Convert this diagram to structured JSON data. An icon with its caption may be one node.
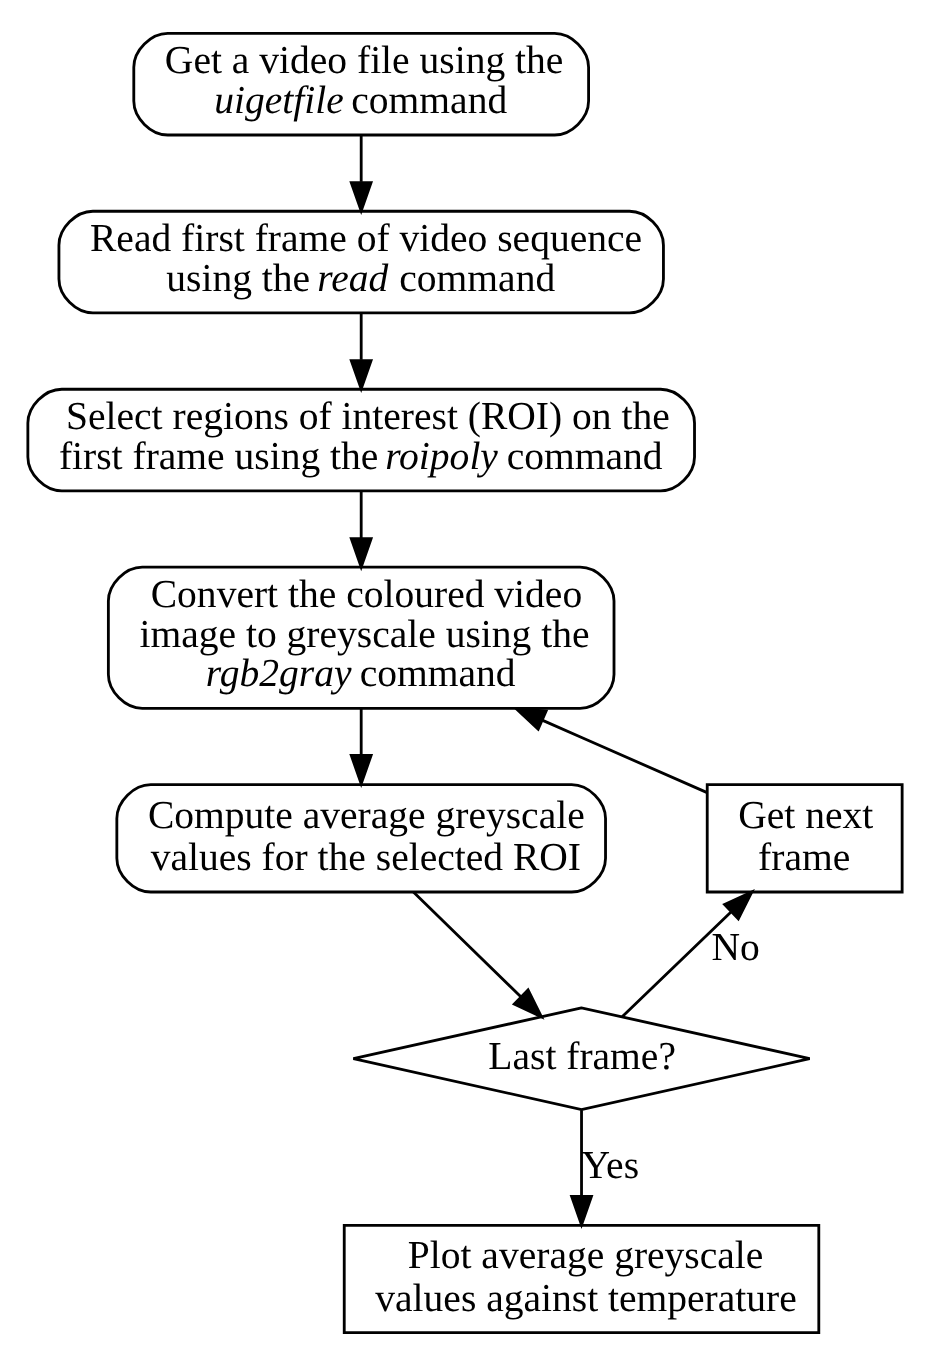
{
  "diagram": {
    "nodes": [
      {
        "text": [
          "Get a video file using the *uigetfile* command"
        ]
      },
      {
        "text": [
          "Read first frame of video sequence using the *read* command"
        ]
      },
      {
        "text": [
          "Select regions of interest (ROI) on the first frame using the *roipoly* command"
        ]
      },
      {
        "text": [
          "Convert the coloured video image to greyscale using the *rgb2gray* command"
        ]
      },
      {
        "text": [
          "Compute average greyscale values for the selected ROI"
        ]
      },
      {
        "text": [
          "Last frame?"
        ]
      },
      {
        "text": [
          "Get next frame"
        ]
      },
      {
        "text": [
          "Plot average greyscale values against temperature"
        ]
      }
    ],
    "edges": [
      {
        "from": 0,
        "to": 1,
        "arrow": "to"
      },
      {
        "from": 1,
        "to": 2,
        "arrow": "to"
      },
      {
        "from": 2,
        "to": 3,
        "arrow": "to"
      },
      {
        "from": 3,
        "to": 4,
        "arrow": "to"
      },
      {
        "from": 4,
        "to": 5,
        "arrow": "to"
      },
      {
        "from": 5,
        "to": 6,
        "arrow": "to",
        "label": "No"
      },
      {
        "from": 6,
        "to": 3,
        "arrow": "to"
      },
      {
        "from": 5,
        "to": 7,
        "arrow": "to",
        "label": "Yes"
      }
    ]
  }
}
